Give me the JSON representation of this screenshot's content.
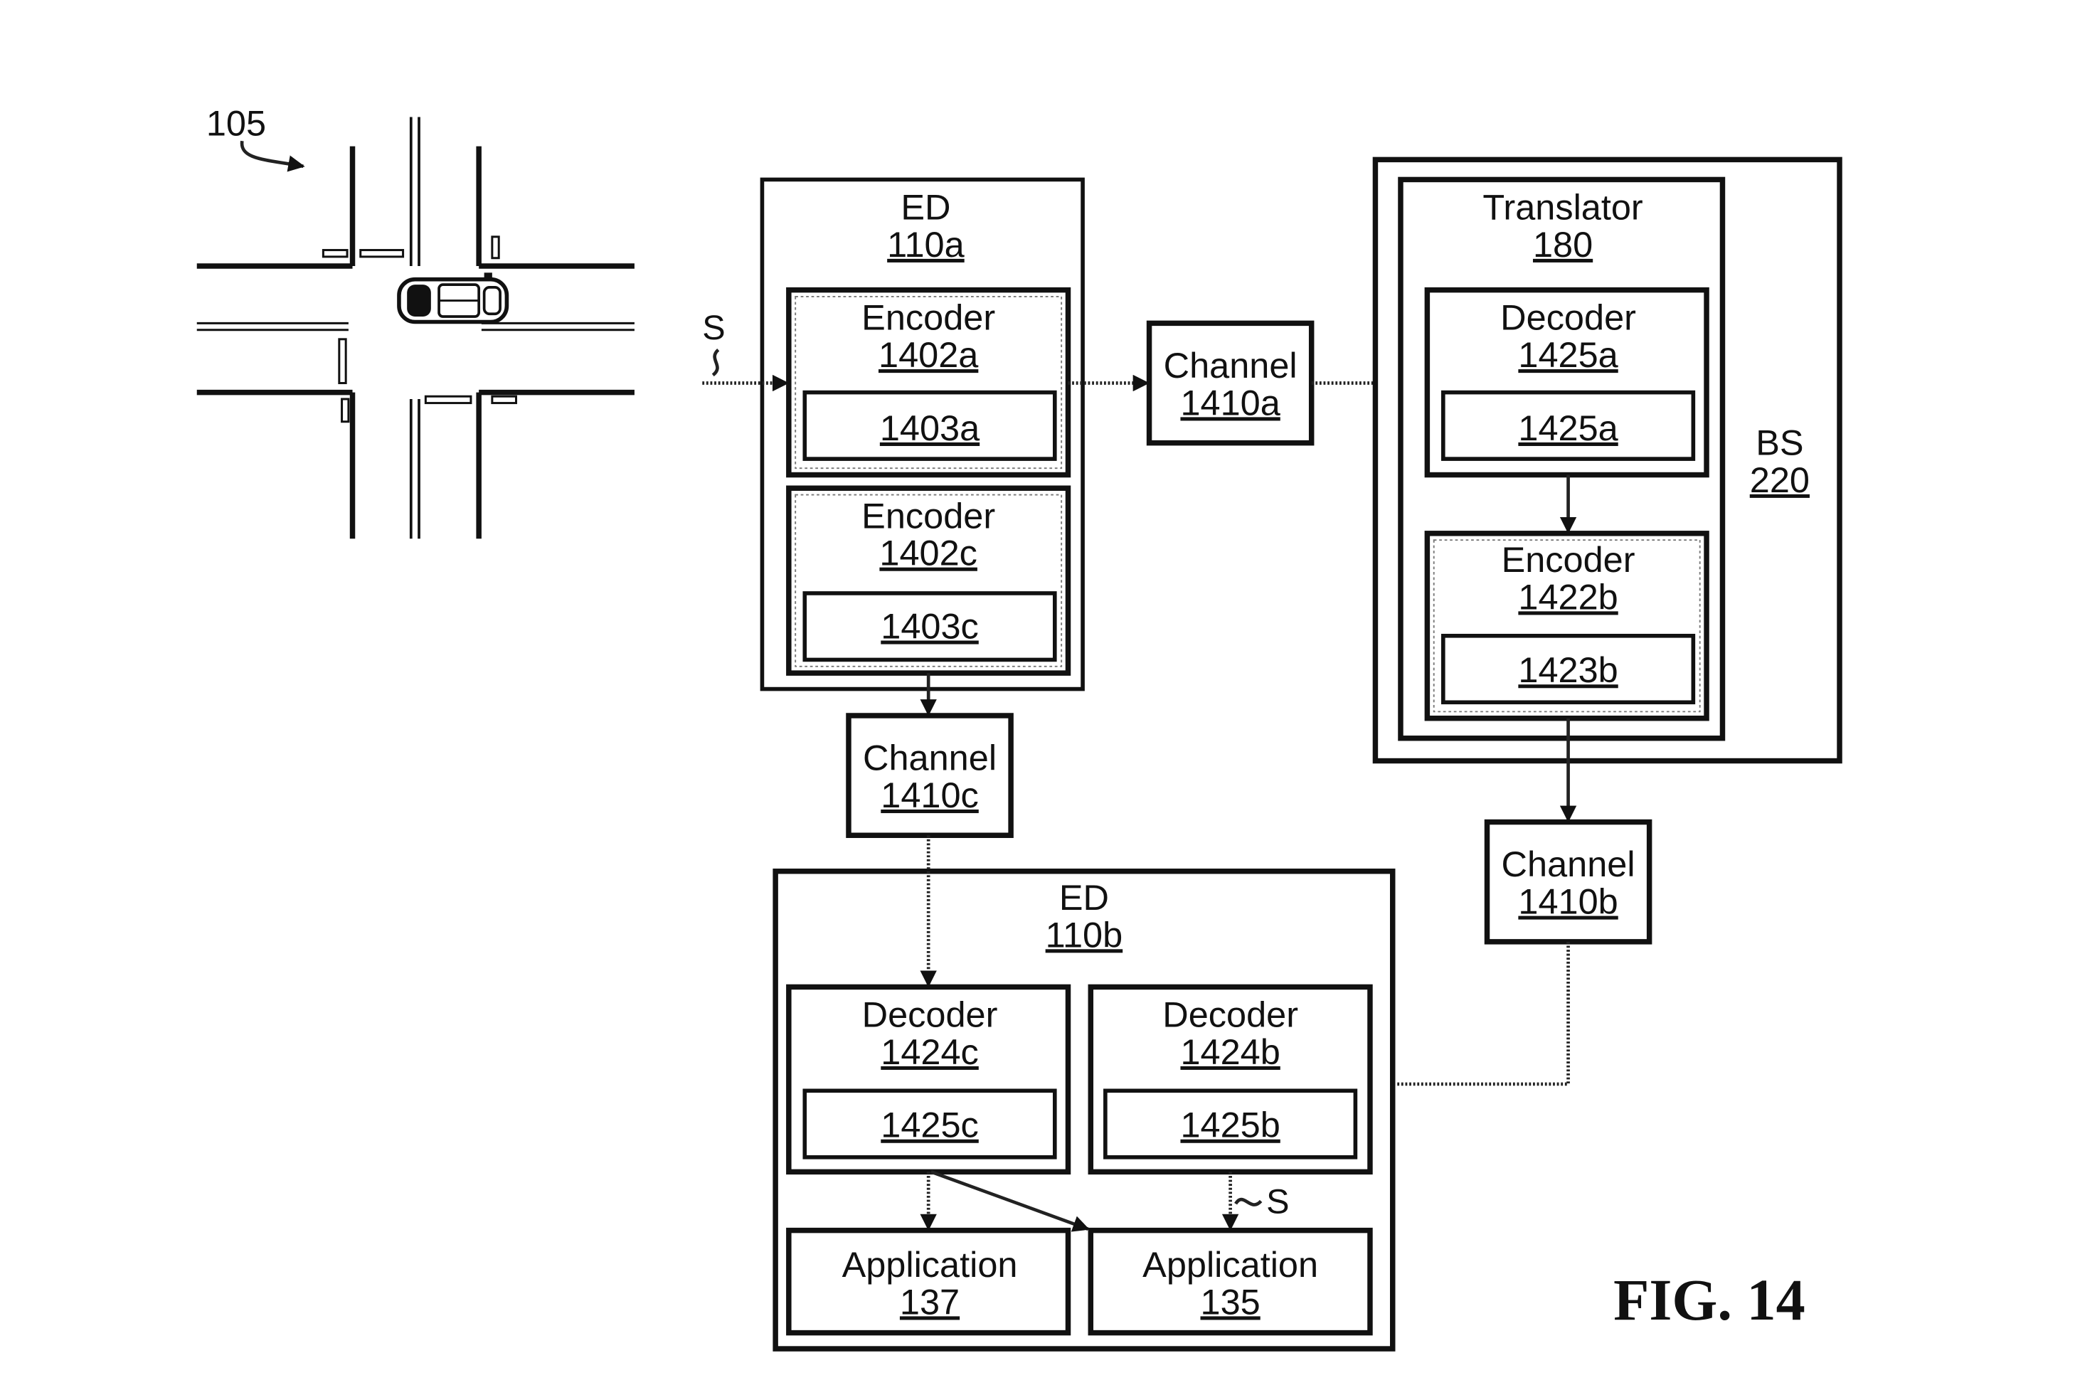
{
  "figure_label": "FIG. 14",
  "scene_ref": "105",
  "signal_in": "S",
  "signal_app": "S",
  "ed_a": {
    "title": "ED",
    "ref": "110a",
    "encoder_a": {
      "title": "Encoder",
      "ref": "1402a",
      "inner": "1403a"
    },
    "encoder_c": {
      "title": "Encoder",
      "ref": "1402c",
      "inner": "1403c"
    }
  },
  "channel_a": {
    "title": "Channel",
    "ref": "1410a"
  },
  "channel_b": {
    "title": "Channel",
    "ref": "1410b"
  },
  "channel_c": {
    "title": "Channel",
    "ref": "1410c"
  },
  "bs": {
    "title": "BS",
    "ref": "220",
    "translator": {
      "title": "Translator",
      "ref": "180",
      "decoder": {
        "title": "Decoder",
        "ref": "1425a",
        "inner": "1425a"
      },
      "encoder": {
        "title": "Encoder",
        "ref": "1422b",
        "inner": "1423b"
      }
    }
  },
  "ed_b": {
    "title": "ED",
    "ref": "110b",
    "decoder_c": {
      "title": "Decoder",
      "ref": "1424c",
      "inner": "1425c"
    },
    "decoder_b": {
      "title": "Decoder",
      "ref": "1424b",
      "inner": "1425b"
    },
    "app_137": {
      "title": "Application",
      "ref": "137"
    },
    "app_135": {
      "title": "Application",
      "ref": "135"
    }
  }
}
